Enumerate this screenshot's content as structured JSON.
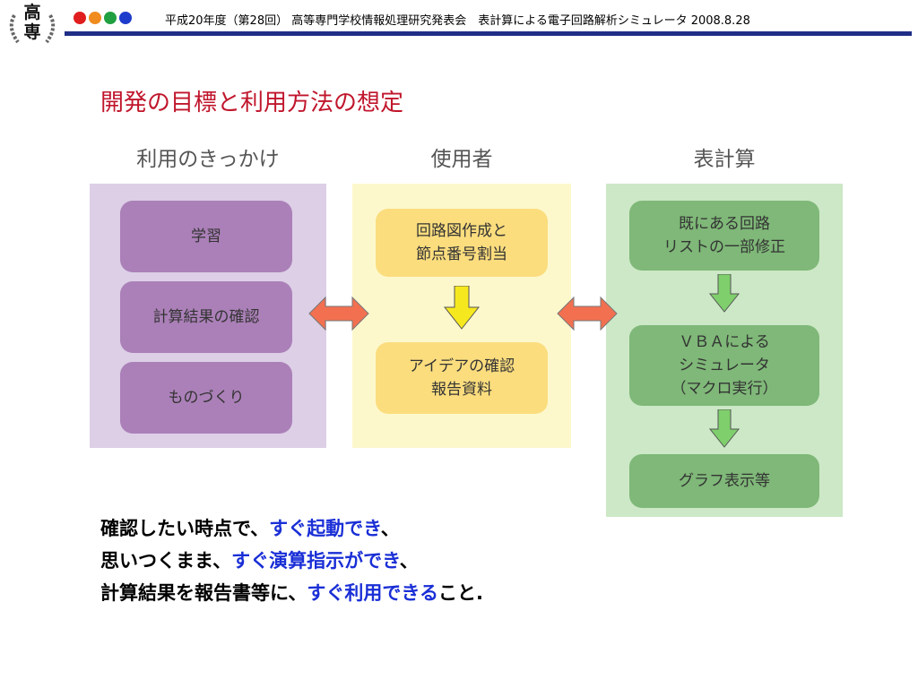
{
  "header": {
    "logo_top": "高",
    "logo_bottom": "専",
    "dot_colors": [
      "#e01e1e",
      "#f08c1e",
      "#20a040",
      "#1e3ccc"
    ],
    "text": "平成20年度（第28回） 高等専門学校情報処理研究発表会　表計算による電子回路解析シミュレータ 2008.8.28",
    "line_color": "#1f2e86"
  },
  "title": "開発の目標と利用方法の想定",
  "columns": {
    "left": {
      "heading": "利用のきっかけ",
      "items": [
        "学習",
        "計算結果の確認",
        "ものづくり"
      ]
    },
    "middle": {
      "heading": "使用者",
      "items": [
        [
          "回路図作成と",
          "節点番号割当"
        ],
        [
          "アイデアの確認",
          "報告資料"
        ]
      ]
    },
    "right": {
      "heading": "表計算",
      "items": [
        [
          "既にある回路",
          "リストの一部修正"
        ],
        [
          "ＶＢＡによる",
          "シミュレータ",
          "（マクロ実行）"
        ],
        [
          "グラフ表示等"
        ]
      ]
    }
  },
  "colors": {
    "left_panel": "#dccfe6",
    "middle_panel": "#fdf8cc",
    "right_panel": "#cce8c6",
    "double_arrow": "#f27050",
    "yellow_arrow": "#f6e81e",
    "green_arrow": "#7fcf6c"
  },
  "conclusion": {
    "line1": {
      "before": "確認したい時点で、",
      "em": "すぐ起動でき",
      "after": "、"
    },
    "line2": {
      "before": "思いつくまま、",
      "em": "すぐ演算指示ができ",
      "after": "、"
    },
    "line3": {
      "before": "計算結果を報告書等に、",
      "em": "すぐ利用できる",
      "after": "こと."
    }
  }
}
